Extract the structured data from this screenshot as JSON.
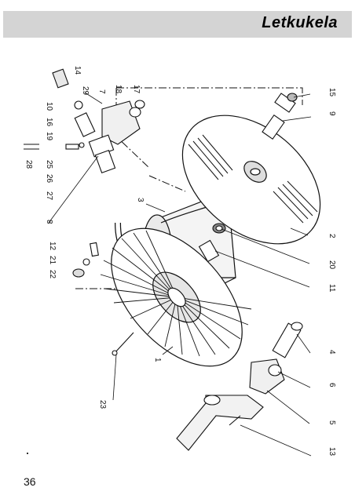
{
  "header": {
    "title": "Letkukela"
  },
  "page": {
    "number": "36"
  },
  "diagram": {
    "callouts": [
      "1",
      "2",
      "3",
      "4",
      "5",
      "6",
      "7",
      "8",
      "9",
      "10",
      "11",
      "12",
      "13",
      "14",
      "15",
      "16",
      "17",
      "18",
      "19",
      "20",
      "21",
      "22",
      "23",
      "25",
      "26",
      "27",
      "28",
      "29"
    ]
  }
}
